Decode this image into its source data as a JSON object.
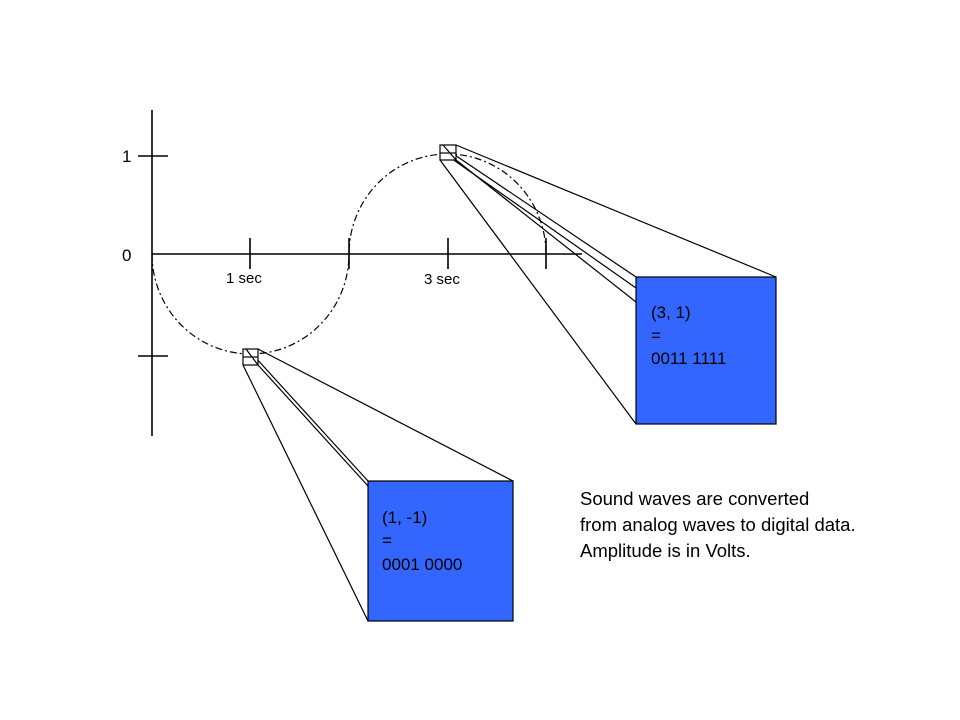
{
  "axes": {
    "y_tick_1": "1",
    "y_tick_0": "0",
    "x_tick_1": "1 sec",
    "x_tick_3": "3 sec"
  },
  "wave": {
    "style": "dash-dot",
    "samples": [
      {
        "t": 1,
        "amplitude": -1
      },
      {
        "t": 3,
        "amplitude": 1
      }
    ]
  },
  "callout_top": {
    "coord": "(3, 1)",
    "equals": "=",
    "binary": "0011 1111"
  },
  "callout_bottom": {
    "coord": "(1, -1)",
    "equals": "=",
    "binary": "0001 0000"
  },
  "caption": {
    "line1": "Sound waves are converted",
    "line2": "from analog waves to digital data.",
    "line3": "Amplitude is in Volts."
  },
  "colors": {
    "box_fill": "#3366ff",
    "line": "#000000",
    "background": "#ffffff"
  }
}
